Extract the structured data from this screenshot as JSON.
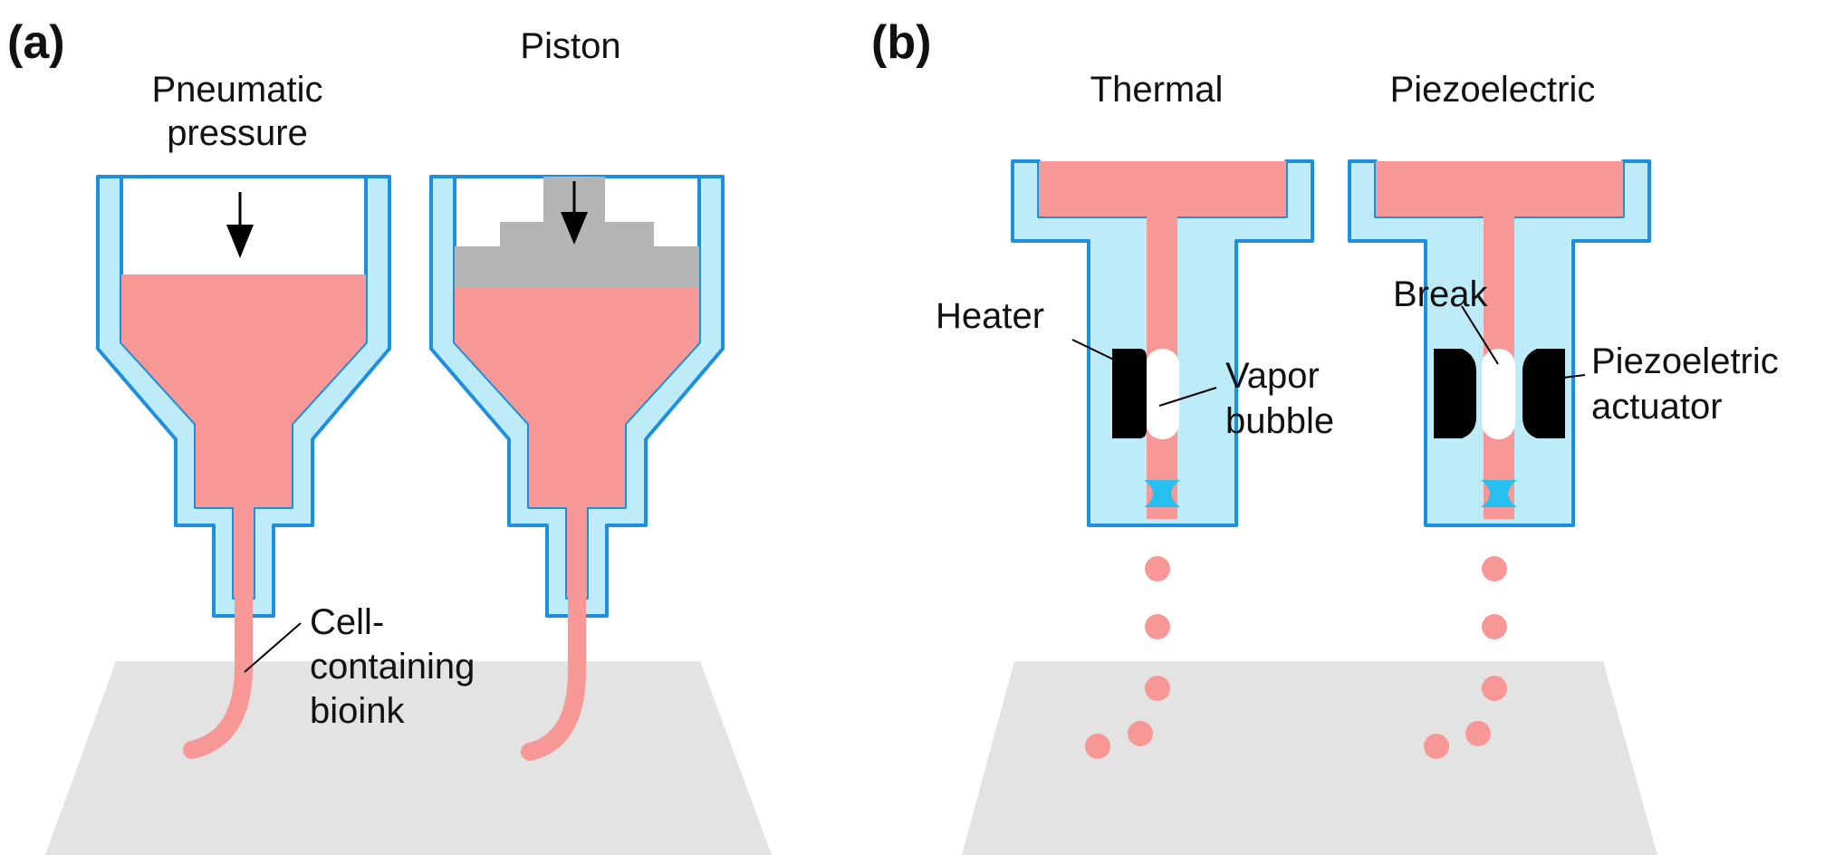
{
  "figure": {
    "panel_a": {
      "label": "(a)",
      "titles": {
        "pneumatic_line1": "Pneumatic",
        "pneumatic_line2": "pressure",
        "piston": "Piston"
      },
      "callout": {
        "line1": "Cell-",
        "line2": "containing",
        "line3": "bioink"
      }
    },
    "panel_b": {
      "label": "(b)",
      "titles": {
        "thermal": "Thermal",
        "piezo": "Piezoelectric"
      },
      "callouts": {
        "heater": "Heater",
        "vapor_line1": "Vapor",
        "vapor_line2": "bubble",
        "break": "Break",
        "piezo_line1": "Piezoeletric",
        "piezo_line2": "actuator"
      }
    },
    "colors": {
      "bioink": "#f79896",
      "nozzle_fill": "#bdebf7",
      "nozzle_outline": "#1d8fe0",
      "piston": "#b5b5b5",
      "substrate": "#e3e3e3",
      "actuator": "#000000",
      "meniscus": "#25bff0"
    }
  }
}
